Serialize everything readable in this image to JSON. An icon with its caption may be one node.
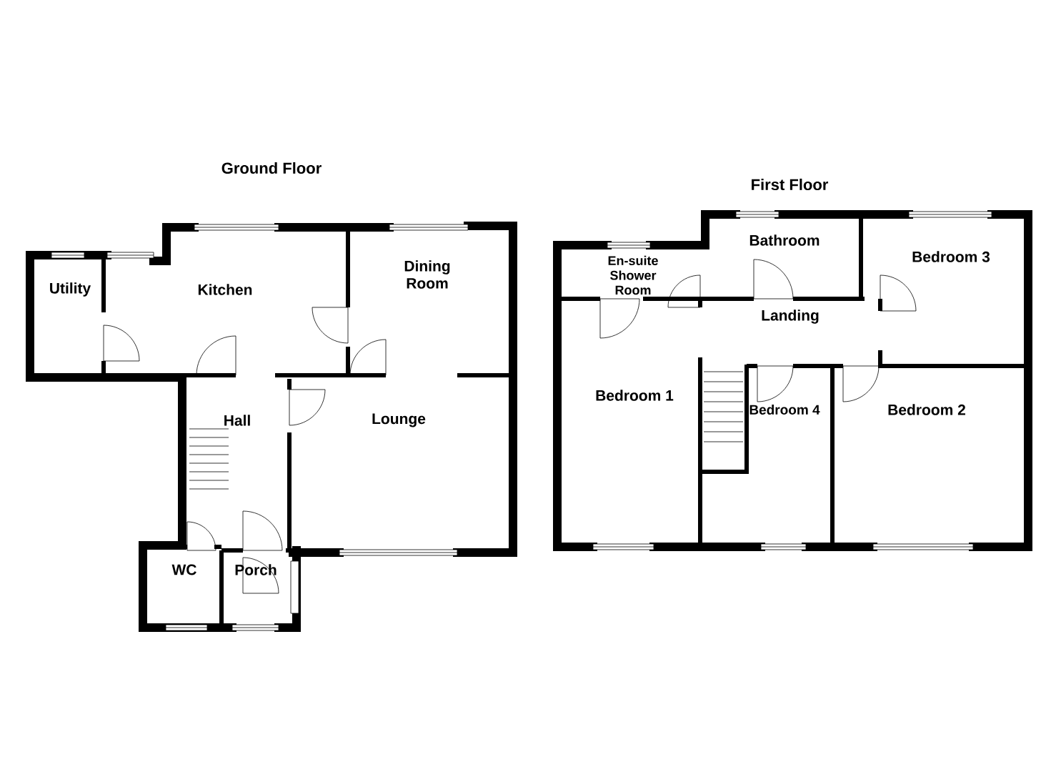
{
  "diagram": {
    "labels": [
      "Ground Floor",
      "First Floor",
      "Utility",
      "Kitchen",
      "Dining Room",
      "Hall",
      "Lounge",
      "WC",
      "Porch",
      "En-suite Shower Room",
      "Bathroom",
      "Bedroom 3",
      "Landing",
      "Bedroom 1",
      "Bedroom 4",
      "Bedroom 2"
    ]
  }
}
